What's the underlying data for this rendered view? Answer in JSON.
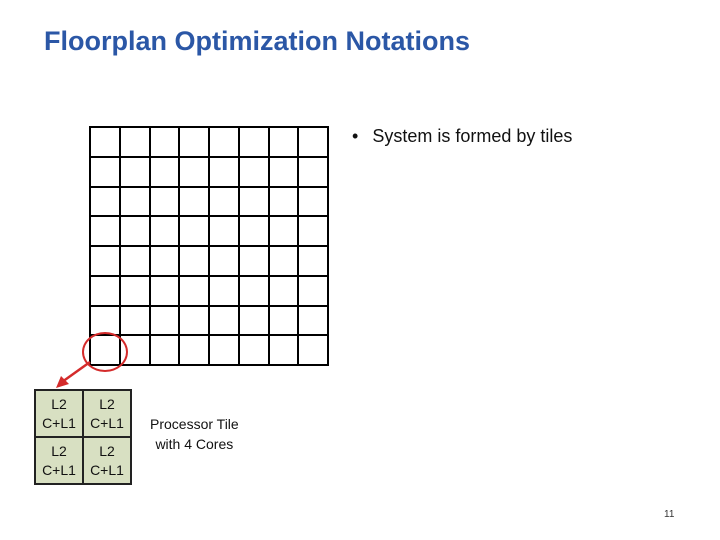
{
  "slide": {
    "title": "Floorplan Optimization Notations",
    "bullet_marker": "•",
    "bullet_text": "System is formed by tiles",
    "page_number": "11"
  },
  "tile_grid": {
    "rows": 8,
    "cols": 8,
    "highlighted_tile": {
      "row": 8,
      "col": 1
    }
  },
  "processor_tile": {
    "cores": [
      {
        "cache": "L2",
        "core": "C+L1"
      },
      {
        "cache": "L2",
        "core": "C+L1"
      },
      {
        "cache": "L2",
        "core": "C+L1"
      },
      {
        "cache": "L2",
        "core": "C+L1"
      }
    ],
    "caption_line1": "Processor Tile",
    "caption_line2": "with 4 Cores"
  },
  "colors": {
    "title": "#2b57a6",
    "highlight": "#d42b2b",
    "tile_fill": "#d8e0c2"
  }
}
